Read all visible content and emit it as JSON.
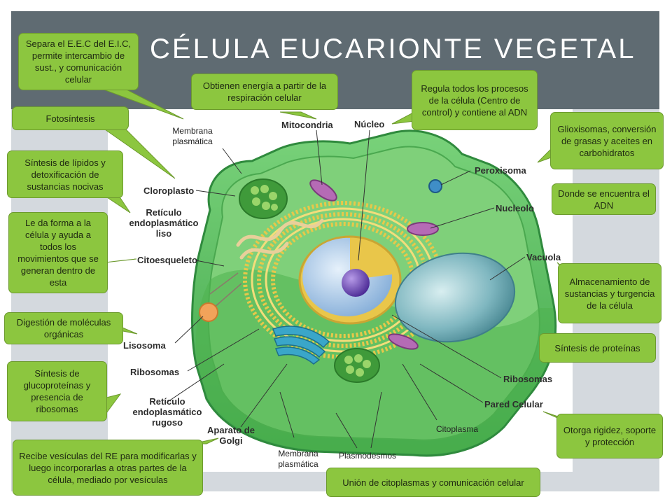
{
  "title": "CÉLULA EUCARIONTE VEGETAL",
  "labels": {
    "membrana_top": "Membrana plasmática",
    "mitocondria": "Mitocondria",
    "nucleo": "Núcleo",
    "peroxisoma": "Peroxisoma",
    "nucleolo": "Nucleolo",
    "vacuola": "Vacuola",
    "cloroplasto": "Cloroplasto",
    "reticulo_liso": "Retículo endoplasmático liso",
    "citoesqueleto": "Citoesqueleto",
    "lisosoma": "Lisosoma",
    "ribosomas_left": "Ribosomas",
    "reticulo_rugoso": "Retículo endoplasmático rugoso",
    "aparato_golgi": "Aparato de Golgi",
    "membrana_bottom": "Membrana plasmática",
    "plasmodesmos": "Plasmodesmos",
    "citoplasma": "Citoplasma",
    "pared_celular": "Pared Celular",
    "ribosomas_right": "Ribosomas"
  },
  "callouts": {
    "membrana": "Separa el E.E.C del E.I.C, permite intercambio de sust., y comunicación celular",
    "mitocondria": "Obtienen energía a partir de la respiración celular",
    "nucleo": "Regula todos los procesos de la célula (Centro de control) y contiene al ADN",
    "fotosintesis": "Fotosíntesis",
    "glioxisomas": "Glioxisomas, conversión de grasas y aceites en carbohidratos",
    "lipidos": "Síntesis de lípidos y detoxificación de sustancias nocivas",
    "adn": "Donde se encuentra el ADN",
    "forma": "Le da forma a la célula y ayuda a todos los movimientos que se generan dentro de esta",
    "almacenamiento": "Almacenamiento de sustancias y turgencia de la célula",
    "digestion": "Digestión de moléculas orgánicas",
    "proteinas": "Síntesis de proteínas",
    "glucoproteinas": "Síntesis de glucoproteínas y presencia de ribosomas",
    "rigidez": "Otorga rigidez, soporte y protección",
    "vesiculas": "Recibe vesículas del RE para modificarlas y luego incorporarlas a otras partes de la célula, mediado por vesículas",
    "union": "Unión de citoplasmas y comunicación celular"
  },
  "colors": {
    "callout_green": "#8cc63f",
    "title_band": "#5f6b72",
    "cell_green": "#5cbf5a"
  }
}
